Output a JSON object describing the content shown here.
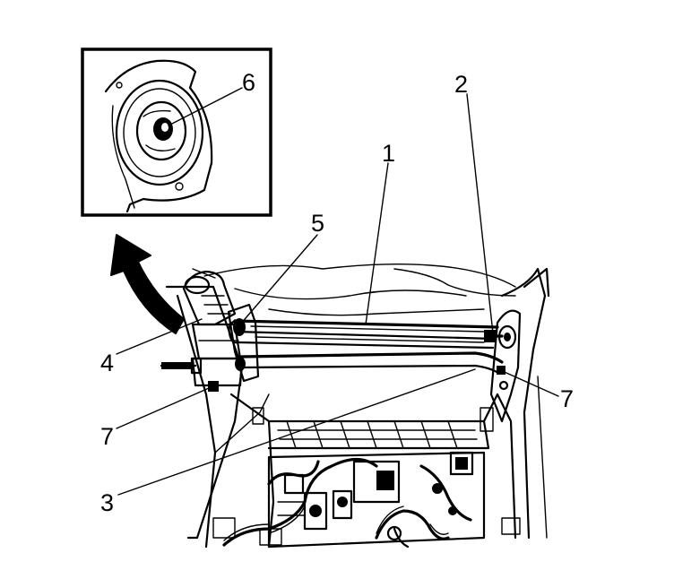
{
  "callouts": {
    "c1": "1",
    "c2": "2",
    "c3": "3",
    "c4": "4",
    "c5": "5",
    "c6": "6",
    "c7_left": "7",
    "c7_right": "7"
  },
  "colors": {
    "ink": "#000000",
    "paper": "#ffffff"
  }
}
